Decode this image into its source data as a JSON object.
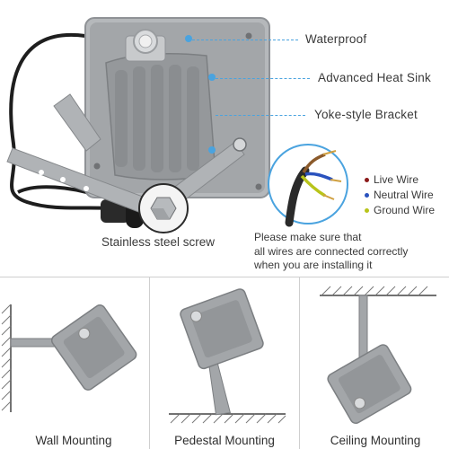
{
  "callouts": {
    "waterproof": "Waterproof",
    "heat_sink": "Advanced Heat Sink",
    "bracket": "Yoke-style Bracket"
  },
  "screw_label": "Stainless steel screw",
  "wiring_note": {
    "line1": "Please make sure that",
    "line2": "all wires are connected correctly",
    "line3": "when you are installing it"
  },
  "wire_legend": [
    {
      "label": "Live Wire",
      "color": "#8b1a1a"
    },
    {
      "label": "Neutral Wire",
      "color": "#2a52be"
    },
    {
      "label": "Ground Wire",
      "color": "#b8c41a"
    }
  ],
  "mounting": {
    "wall": "Wall Mounting",
    "pedestal": "Pedestal Mounting",
    "ceiling": "Ceiling Mounting"
  },
  "colors": {
    "accent_line": "#4aa3df",
    "housing": "#a3a6a9",
    "housing_dark": "#85888b"
  }
}
